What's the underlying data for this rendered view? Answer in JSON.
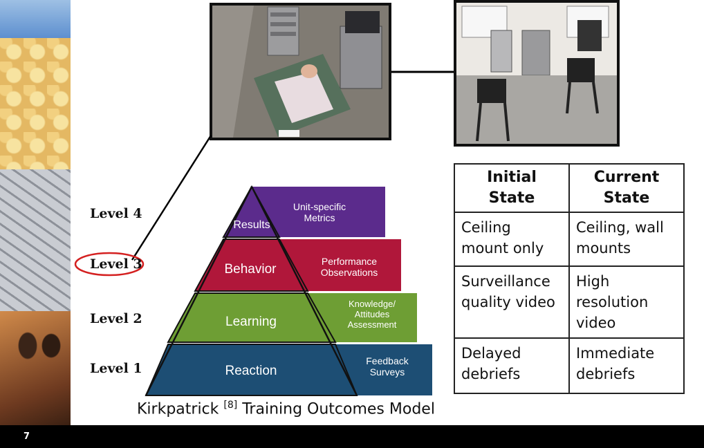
{
  "levels": [
    "Level 4",
    "Level 3",
    "Level 2",
    "Level 1"
  ],
  "highlighted_level": "Level 3",
  "pyramid": [
    {
      "name": "Results",
      "measure_lines": [
        "Unit-specific",
        "Metrics"
      ],
      "color": "#5b2b8c"
    },
    {
      "name": "Behavior",
      "measure_lines": [
        "Performance",
        "Observations"
      ],
      "color": "#b0173a"
    },
    {
      "name": "Learning",
      "measure_lines": [
        "Knowledge/",
        "Attitudes",
        "Assessment"
      ],
      "color": "#6e9e34"
    },
    {
      "name": "Reaction",
      "measure_lines": [
        "Feedback",
        "Surveys"
      ],
      "color": "#1d4e74"
    }
  ],
  "caption": {
    "before": "Kirkpatrick ",
    "ref": "[8]",
    "after": " Training Outcomes Model"
  },
  "table": {
    "headers": [
      [
        "Initial",
        "State"
      ],
      [
        "Current",
        "State"
      ]
    ],
    "rows": [
      [
        [
          "Ceiling",
          "mount only"
        ],
        [
          "Ceiling, wall",
          "mounts"
        ]
      ],
      [
        [
          "Surveillance",
          "quality video"
        ],
        [
          "High",
          "resolution",
          "video"
        ]
      ],
      [
        [
          "Delayed",
          "debriefs"
        ],
        [
          "Immediate",
          "debriefs"
        ]
      ]
    ]
  },
  "slide_number": "7",
  "accent_colors": {
    "highlight_oval": "#d42020",
    "footer": "#000000"
  }
}
